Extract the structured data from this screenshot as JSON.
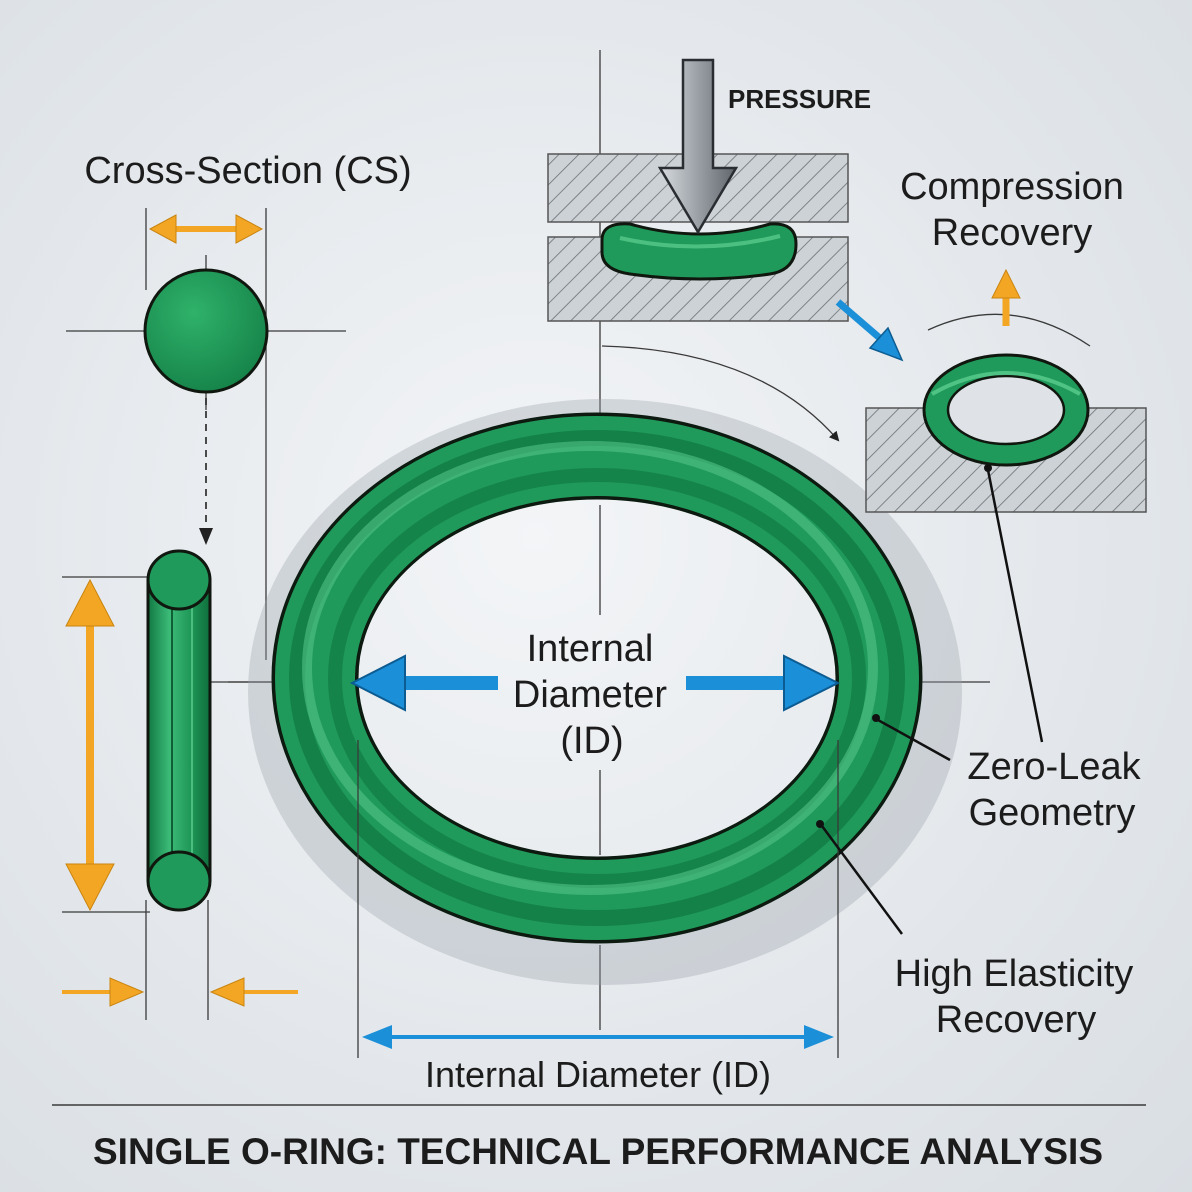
{
  "labels": {
    "cross_section": "Cross-Section (CS)",
    "pressure": "PRESSURE",
    "compression_recovery": [
      "Compression",
      "Recovery"
    ],
    "internal_diameter_center": [
      "Internal",
      "Diameter",
      "(ID)"
    ],
    "zero_leak": [
      "Zero-Leak",
      "Geometry"
    ],
    "high_elasticity": [
      "High Elasticity",
      "Recovery"
    ],
    "internal_diameter_bottom": "Internal Diameter (ID)",
    "footer_title": "SINGLE O-RING: TECHNICAL PERFORMANCE ANALYSIS"
  },
  "colors": {
    "ring_green": "#1f9a5a",
    "ring_dark": "#117a43",
    "ring_light": "#4cc384",
    "orange_arrow": "#f3a623",
    "blue_arrow": "#1b8fd8",
    "hatch_block": "#c9ced3"
  }
}
